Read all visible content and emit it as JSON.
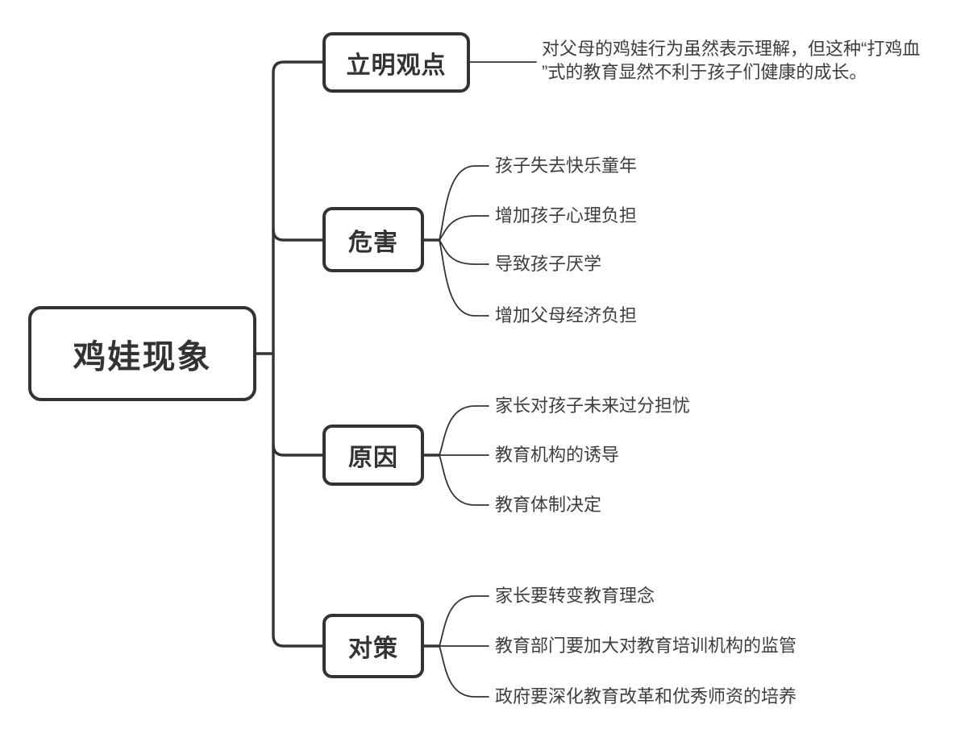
{
  "diagram": {
    "title_node": "鸡娃现象",
    "root": {
      "label": "鸡娃现象"
    },
    "branches": [
      {
        "id": "viewpoint",
        "label": "立明观点",
        "note_lines": [
          "对父母的鸡娃行为虽然表示理解，但这种“打鸡血",
          "”式的教育显然不利于孩子们健康的成长。"
        ]
      },
      {
        "id": "harms",
        "label": "危害",
        "children": [
          "孩子失去快乐童年",
          "增加孩子心理负担",
          "导致孩子厌学",
          "增加父母经济负担"
        ]
      },
      {
        "id": "causes",
        "label": "原因",
        "children": [
          "家长对孩子未来过分担忧",
          "教育机构的诱导",
          "教育体制决定"
        ]
      },
      {
        "id": "countermeasures",
        "label": "对策",
        "children": [
          "家长要转变教育理念",
          "教育部门要加大对教育培训机构的监管",
          "政府要深化教育改革和优秀师资的培养"
        ]
      }
    ],
    "colors": {
      "line": "#333333",
      "node_border": "#333333",
      "node_text": "#333333",
      "leaf_text": "#3d3d3d",
      "background": "#ffffff"
    }
  }
}
